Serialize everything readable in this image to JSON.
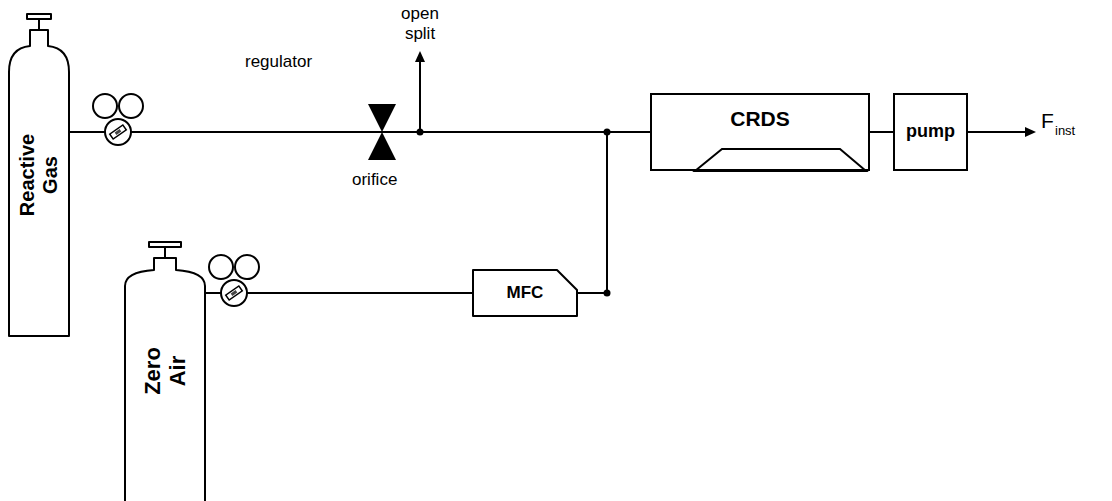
{
  "diagram": {
    "nodes": [
      {
        "text": [
          "Reactive Gas"
        ]
      },
      {
        "text": [
          "CRDS"
        ]
      },
      {
        "text": [
          "pump"
        ]
      },
      {
        "text": [
          "Zero Air"
        ]
      },
      {
        "text": [
          "MFC"
        ]
      }
    ],
    "edges": [
      {
        "from": 0,
        "to": 1,
        "arrow": "none"
      },
      {
        "from": 1,
        "to": 2,
        "arrow": "none"
      },
      {
        "from": 3,
        "to": 4,
        "arrow": "none"
      },
      {
        "from": 4,
        "to": 1,
        "arrow": "none"
      }
    ],
    "labels": [
      "regulator",
      "open split",
      "orifice",
      "F",
      "inst"
    ]
  }
}
